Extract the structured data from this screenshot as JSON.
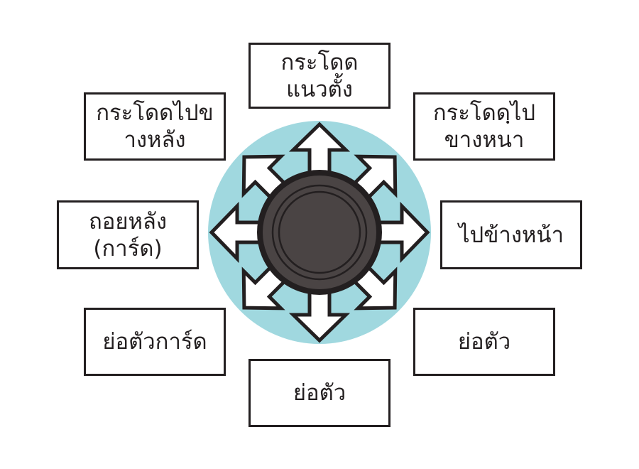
{
  "colors": {
    "background_circle": "#a0d8df",
    "knob": "#4a4444",
    "outline": "#231f20",
    "arrow_fill": "#ffffff"
  },
  "labels": {
    "up": [
      "กระโดด",
      "แนวตั้ง"
    ],
    "up_left": [
      "กระโดดไปข",
      "างหลัง"
    ],
    "up_right": [
      "กระโดดฺไป",
      "ขางหนา"
    ],
    "left": [
      "ถอยหลัง",
      "(การ์ด)"
    ],
    "right": [
      "ไปข้างหน้า"
    ],
    "down_left": [
      "ย่อตัวการ์ด"
    ],
    "down_right": [
      "ย่อตัว"
    ],
    "down": [
      "ย่อตัว"
    ]
  }
}
